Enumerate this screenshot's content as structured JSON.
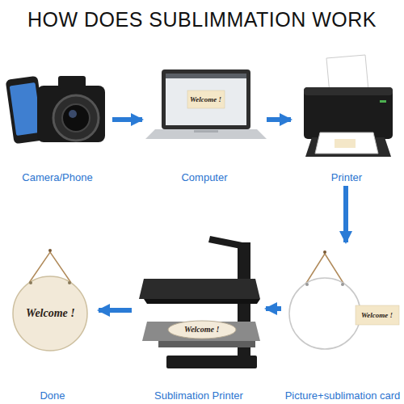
{
  "diagram": {
    "title": "HOW DOES SUBLIMMATION WORK",
    "nodes": [
      {
        "text": [
          "Camera/Phone"
        ]
      },
      {
        "text": [
          "Computer"
        ]
      },
      {
        "text": [
          "Printer"
        ]
      },
      {
        "text": [
          "Picture+sublimation card"
        ]
      },
      {
        "text": [
          "Sublimation Printer"
        ]
      },
      {
        "text": [
          "Done"
        ]
      }
    ],
    "edges": [
      {
        "from": 0,
        "to": 1,
        "arrow": "to"
      },
      {
        "from": 1,
        "to": 2,
        "arrow": "to"
      },
      {
        "from": 2,
        "to": 3,
        "arrow": "to"
      },
      {
        "from": 3,
        "to": 4,
        "arrow": "to"
      },
      {
        "from": 4,
        "to": 5,
        "arrow": "to"
      }
    ],
    "labels": [
      "Welcome !",
      "Welcome !",
      "Welcome !",
      "Welcome !"
    ]
  }
}
